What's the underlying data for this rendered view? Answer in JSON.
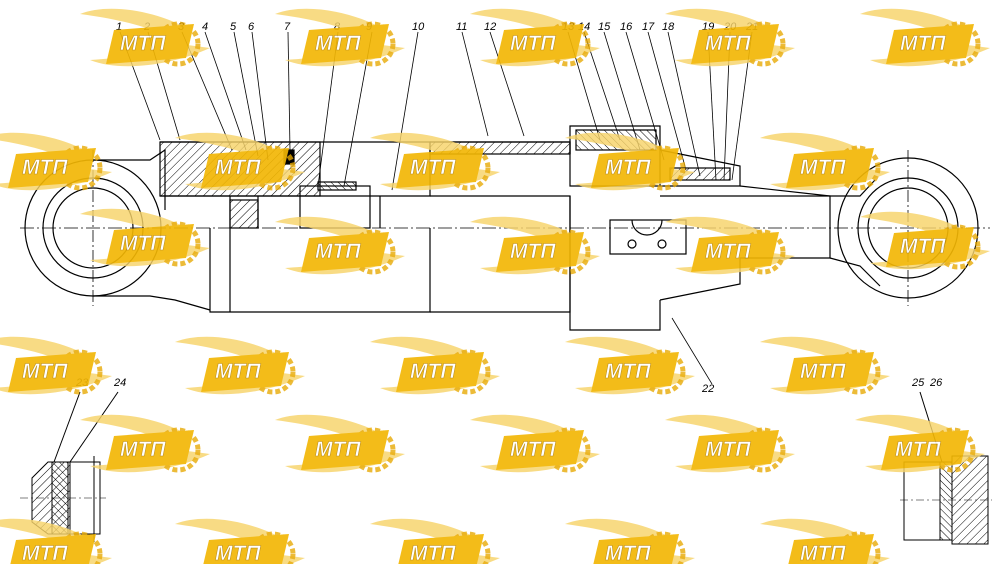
{
  "drawing": {
    "callouts": [
      "1",
      "2",
      "3",
      "4",
      "5",
      "6",
      "7",
      "8",
      "9",
      "10",
      "11",
      "12",
      "13",
      "14",
      "15",
      "16",
      "17",
      "18",
      "19",
      "20",
      "21",
      "22",
      "23",
      "24",
      "25",
      "26"
    ]
  },
  "watermark": {
    "text": "МТП",
    "colors": {
      "wing": "#f5c542",
      "gear": "#e8a800",
      "badge": "#f2b705"
    }
  },
  "colors": {
    "line": "#000000",
    "paper": "#ffffff"
  }
}
